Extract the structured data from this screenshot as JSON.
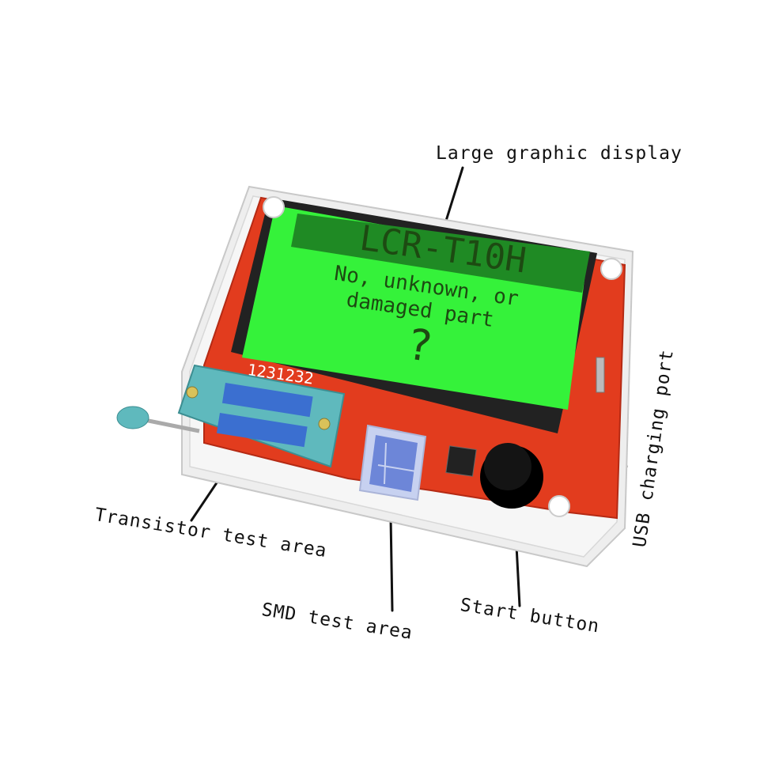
{
  "display": {
    "title": "LCR-T10H",
    "message_line1": "No, unknown, or",
    "message_line2": "damaged part",
    "symbol": "?"
  },
  "socket_pins": "1231232",
  "callouts": {
    "display": "Large graphic display",
    "transistor": "Transistor test area",
    "smd": "SMD test area",
    "start": "Start button",
    "usb": "USB charging port"
  },
  "colors": {
    "lcd_green": "#35f23a",
    "lcd_dark": "#1f8a24",
    "pcb_red": "#e23c1e",
    "zif_socket": "#5fb9bd",
    "button": "#111111"
  }
}
